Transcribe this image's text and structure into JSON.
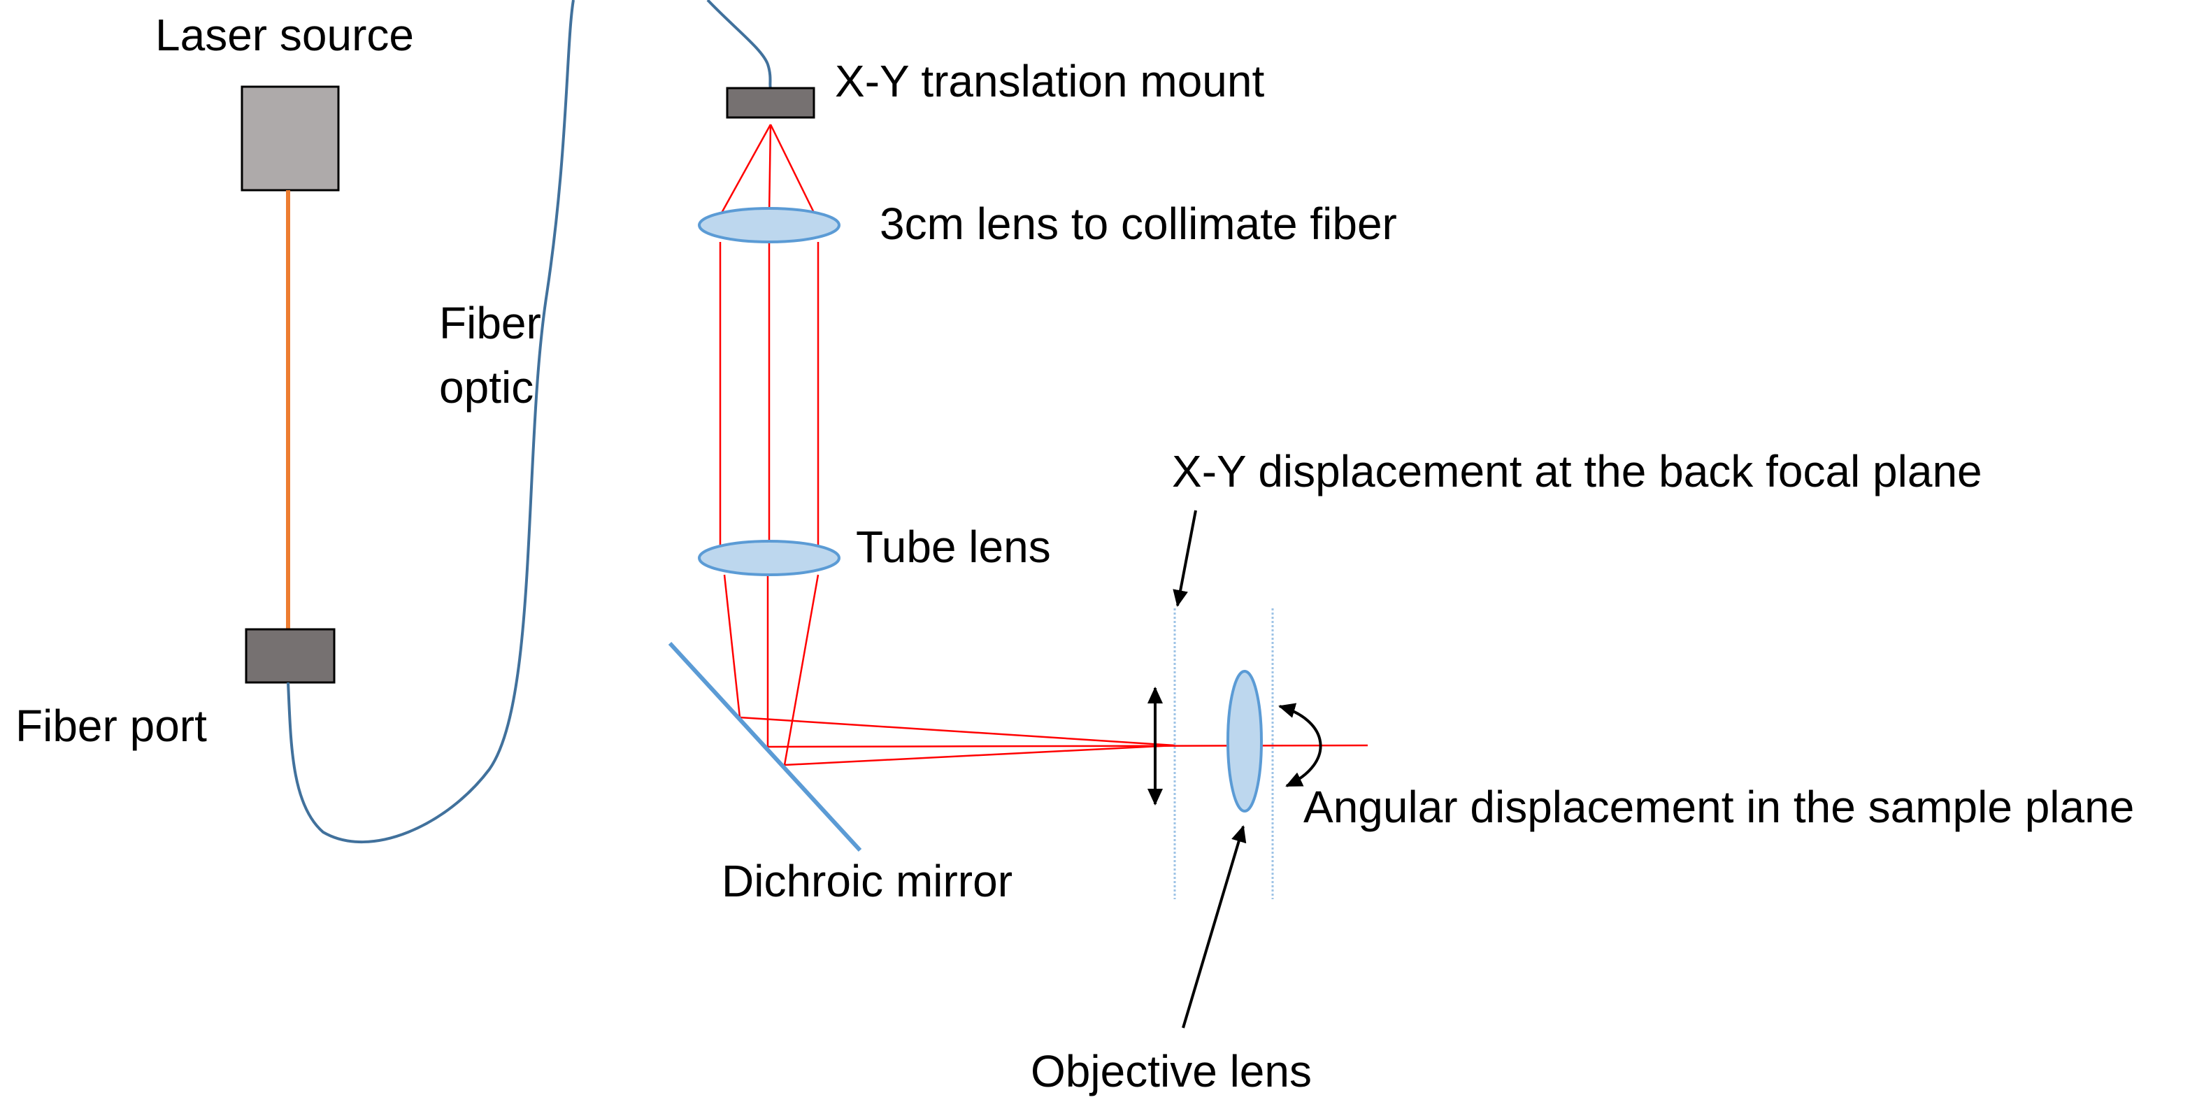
{
  "labels": {
    "laser_source": "Laser source",
    "fiber_port": "Fiber port",
    "fiber_optic_line1": "Fiber",
    "fiber_optic_line2": "optic",
    "xy_mount": "X-Y translation mount",
    "collimating_lens": "3cm lens to collimate fiber",
    "tube_lens": "Tube lens",
    "dichroic_mirror": "Dichroic mirror",
    "back_focal_plane": "X-Y displacement at the back focal plane",
    "angular_displacement": "Angular displacement in the sample plane",
    "objective_lens": "Objective lens"
  },
  "colors": {
    "laser_box": "#aeaaaa",
    "port_box": "#767171",
    "free_space_beam": "#ed7d31",
    "fiber": "#41719c",
    "laser_rays": "#ff0000",
    "lens_fill": "#bdd7ee",
    "lens_stroke": "#5b9bd5",
    "mirror": "#5b9bd5",
    "focal_plane_line": "#9dc3e6"
  }
}
